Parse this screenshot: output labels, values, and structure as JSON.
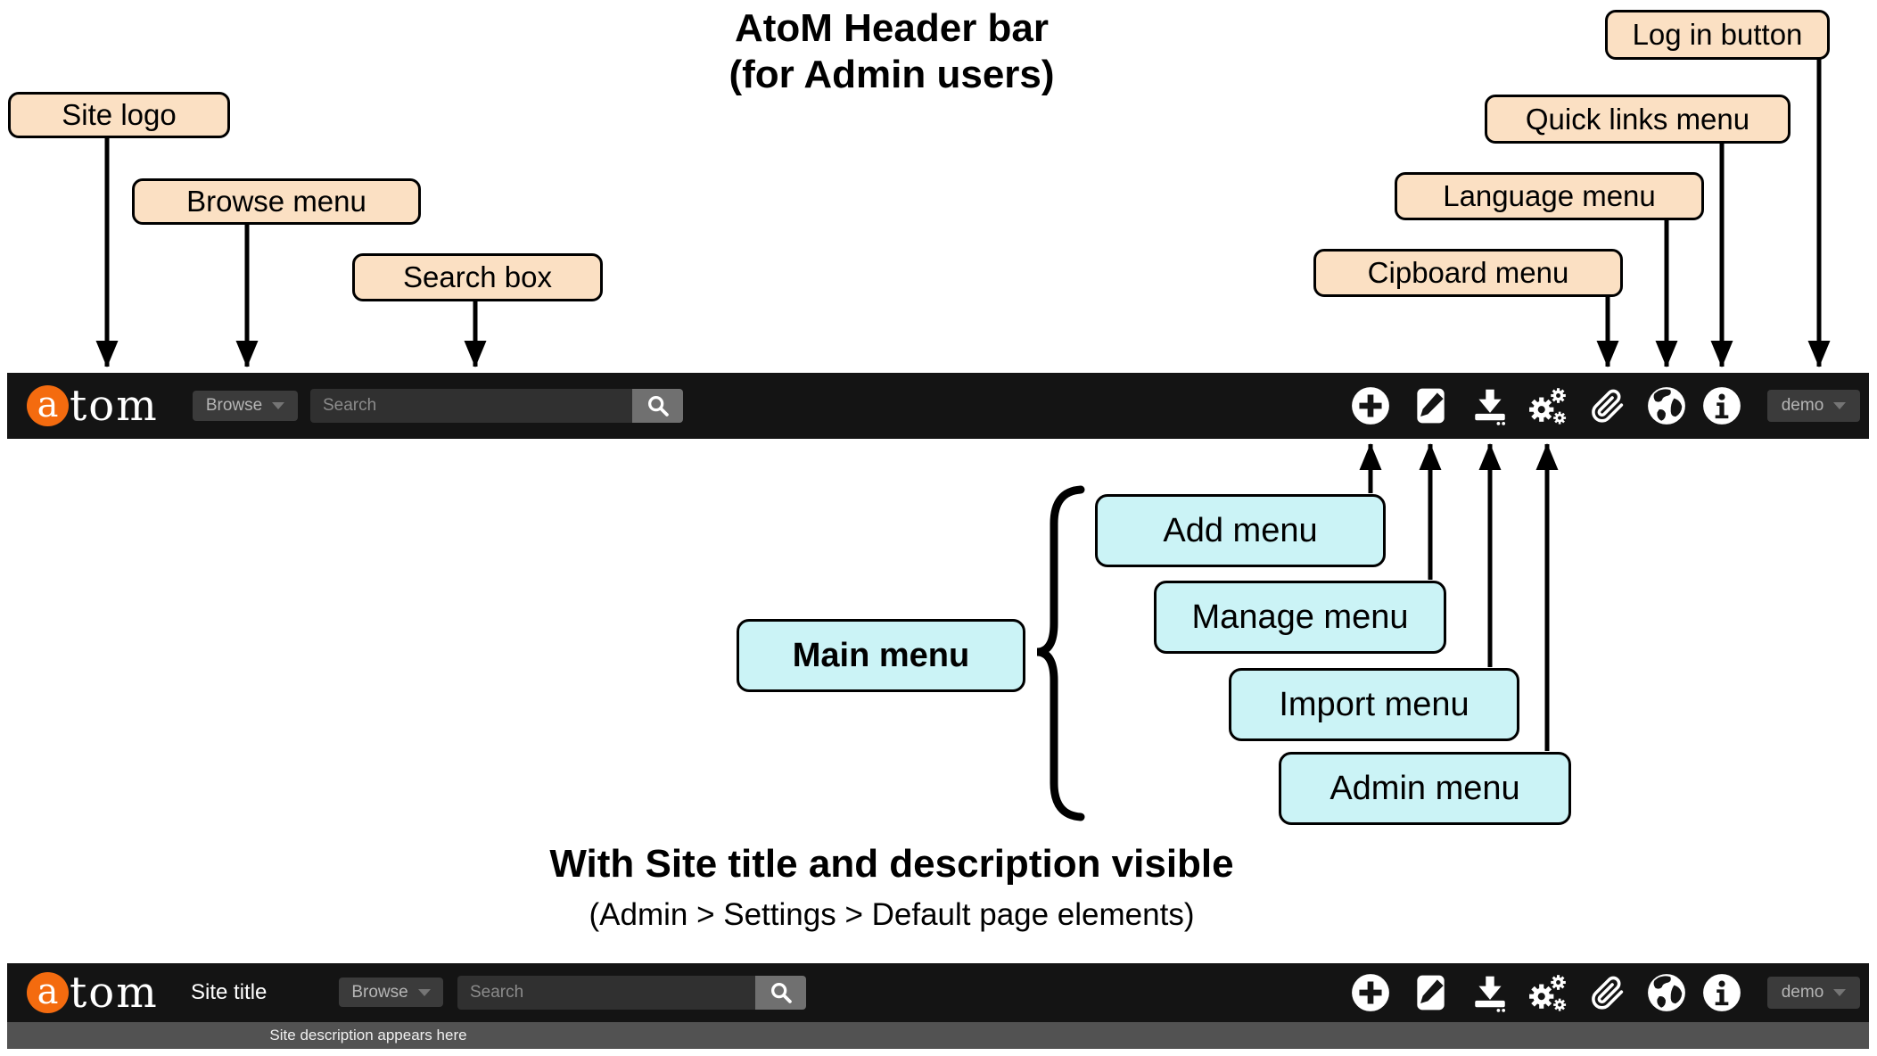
{
  "page_title": {
    "line1": "AtoM Header bar",
    "line2": "(for Admin users)"
  },
  "section2": {
    "heading": "With Site title and description visible",
    "subheading": "(Admin > Settings > Default page elements)"
  },
  "callouts": {
    "site_logo": "Site logo",
    "browse_menu": "Browse menu",
    "search_box": "Search box",
    "clipboard_menu": "Cipboard menu",
    "language_menu": "Language menu",
    "quick_links_menu": "Quick links menu",
    "log_in_button": "Log in button",
    "main_menu": "Main menu",
    "add_menu": "Add menu",
    "manage_menu": "Manage menu",
    "import_menu": "Import menu",
    "admin_menu": "Admin menu"
  },
  "header": {
    "logo_a": "a",
    "logo_tom": "tom",
    "browse_label": "Browse",
    "search_placeholder": "Search",
    "user_label": "demo",
    "site_title": "Site title",
    "site_description": "Site description appears here",
    "icons": [
      "add-icon",
      "edit-pencil-icon",
      "import-download-icon",
      "admin-gears-icon",
      "clipboard-paperclip-icon",
      "language-globe-icon",
      "quick-links-info-icon"
    ]
  },
  "colors": {
    "header_bg": "#141414",
    "logo_orange": "#F46B0F",
    "callout_peach": "#FBE0C3",
    "callout_cyan": "#CBF3F6",
    "description_bar_bg": "#525252",
    "button_gray": "#3B3B3B",
    "search_button_gray": "#707070"
  }
}
